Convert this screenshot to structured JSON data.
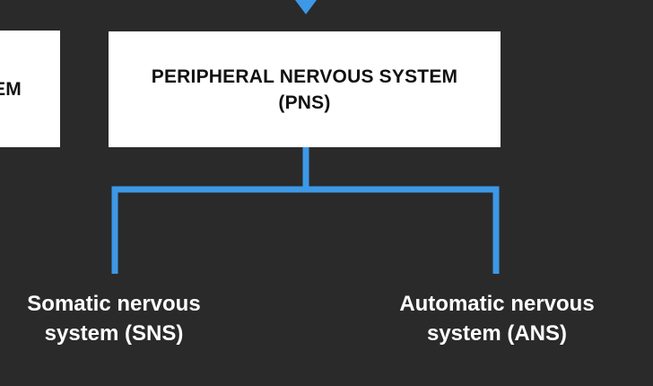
{
  "colors": {
    "background": "#2a2a2a",
    "box_fill": "#ffffff",
    "box_text": "#111111",
    "connector": "#3d98e6",
    "leaf_text": "#ffffff"
  },
  "diagram": {
    "left_box_partial_text": "EM",
    "main_box": {
      "text": "PERIPHERAL NERVOUS SYSTEM\n(PNS)"
    },
    "children": [
      {
        "text": "Somatic nervous\nsystem (SNS)"
      },
      {
        "text": "Automatic nervous\nsystem (ANS)"
      }
    ]
  }
}
